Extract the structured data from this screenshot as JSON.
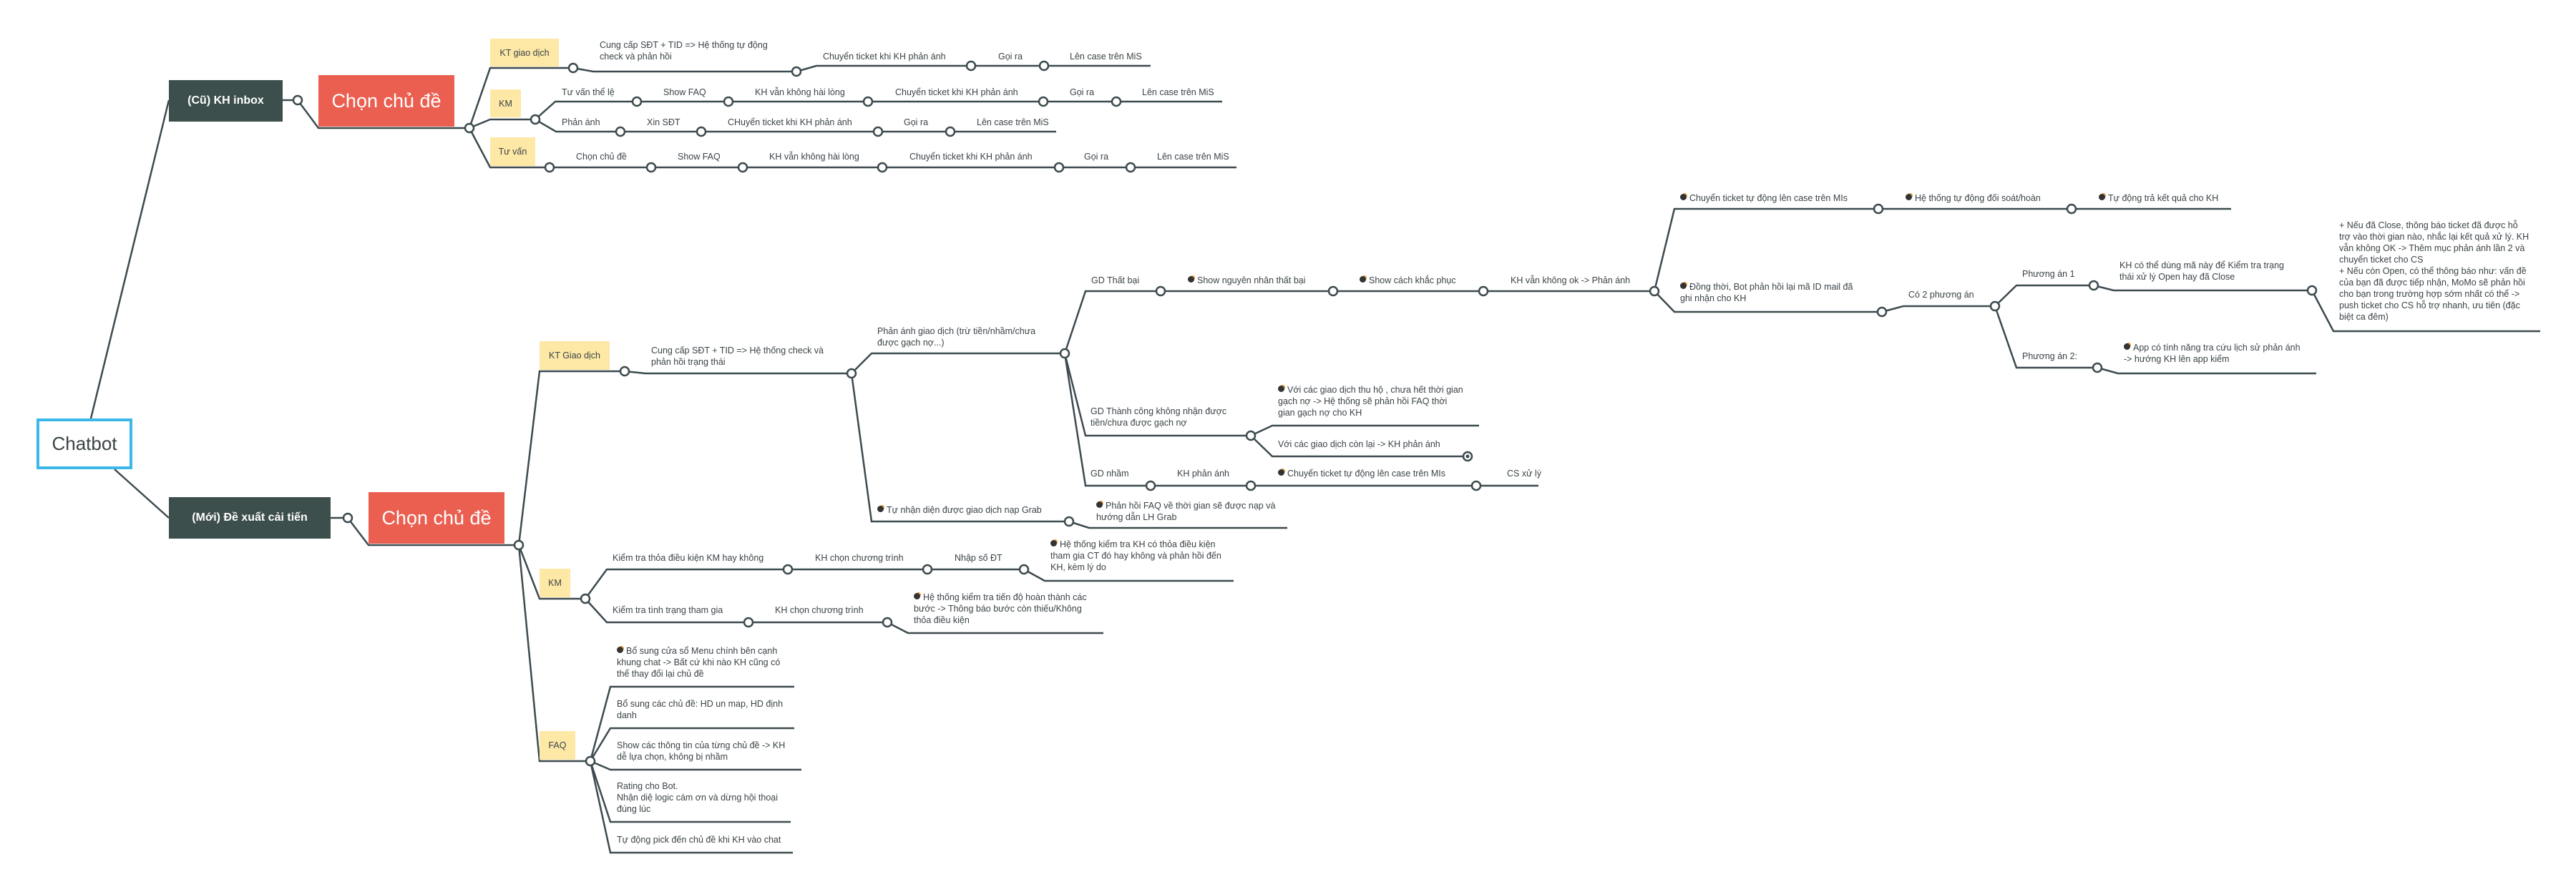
{
  "root": "Chatbot",
  "colors": {
    "line": "#3d4a4f",
    "root_border": "#3bb8e8",
    "dark_box": "#3d4f4c",
    "topic_box": "#eb5f51",
    "category_box": "#fde8a6"
  },
  "old": {
    "title": "(Cũ) KH inbox",
    "topic": "Chọn chủ đề",
    "kt": {
      "label": "KT giao dịch",
      "steps": [
        "Cung cấp SĐT + TID => Hệ thống tự động\ncheck và phản hồi",
        "Chuyển ticket khi KH phản ánh",
        "Gọi ra",
        "Lên case trên MiS"
      ]
    },
    "km": {
      "label": "KM",
      "row1": [
        "Tư vấn thể lệ",
        "Show FAQ",
        "KH vẫn không hài lòng",
        "Chuyển ticket khi KH phản ánh",
        "Gọi ra",
        "Lên case trên MiS"
      ],
      "row2": [
        "Phản ánh",
        "Xin SĐT",
        "CHuyển ticket khi KH phản ánh",
        "Gọi ra",
        "Lên case trên MiS"
      ]
    },
    "tuvan": {
      "label": "Tư vấn",
      "steps": [
        "Chọn chủ đề",
        "Show FAQ",
        "KH vẫn không hài lòng",
        "Chuyển ticket khi KH phản ánh",
        "Gọi ra",
        "Lên case trên MiS"
      ]
    }
  },
  "new": {
    "title": "(Mới) Đề xuất cải tiến",
    "topic": "Chọn chủ đề",
    "kt": {
      "label": "KT Giao dịch",
      "check": "Cung cấp SĐT + TID => Hệ thống check và\nphản hồi trạng thái",
      "phananh": "Phản ánh giao dịch (trừ tiền/nhầm/chưa\nđược gạch nợ...)",
      "that_bai": {
        "label": "GD Thất bại",
        "steps": [
          "Show nguyên nhân thất bại",
          "Show cách khắc phục",
          "KH vẫn không ok -> Phản ánh"
        ],
        "auto": [
          "Chuyển ticket tự động lên case trên MIs",
          "Hệ thống tự động đối soát/hoàn",
          "Tự động trả kết quả cho KH"
        ],
        "bot_reply": "Đồng thời, Bot phản hồi lại mã ID mail đã\nghi nhận cho KH",
        "options_label": "Có 2 phương án",
        "option1": {
          "label": "Phương án 1",
          "text": "KH có thể dùng mã này để Kiểm tra trạng\nthái xử lý Open hay đã Close",
          "detail": "+ Nếu đã Close, thông báo ticket đã được hỗ\ntrợ vào thời gian nào, nhắc lại kết quả xử lý. KH\nvẫn không OK -> Thêm mục phản ánh lần 2 và\nchuyển ticket cho CS\n+ Nếu còn Open, có thể thông báo như: vấn đề\ncủa bạn đã được tiếp nhận, MoMo sẽ phản hồi\ncho bạn trong trường hợp sớm nhất có thể ->\npush ticket cho CS hỗ trợ nhanh, ưu tiên (đặc\nbiệt ca đêm)"
        },
        "option2": {
          "label": "Phương án 2:",
          "text": "App có tính năng tra cứu lịch sử phản ánh\n-> hướng KH lên app kiểm"
        }
      },
      "thanh_cong": {
        "label": "GD Thành công không nhận được\ntiền/chưa được gạch nợ",
        "thu_ho": "Với các giao dịch thu hộ , chưa hết thời gian\ngạch nợ -> Hệ thống sẽ phản hồi FAQ thời\ngian gạch nợ cho KH",
        "con_lai": "Với các giao dịch còn lại -> KH phản ánh"
      },
      "nham": {
        "steps": [
          "GD nhầm",
          "KH phản ánh",
          "Chuyển ticket tự động lên case trên MIs",
          "CS xử lý"
        ]
      },
      "grab": {
        "label": "Tự nhận diện được giao dịch nạp Grab",
        "reply": "Phản hồi FAQ về thời gian sẽ được nạp và\nhướng dẫn LH Grab"
      }
    },
    "km": {
      "label": "KM",
      "row1": [
        "Kiểm tra thỏa điều kiện KM hay không",
        "KH chọn chương trình",
        "Nhập số ĐT",
        "Hệ thống kiểm tra KH có thỏa điều kiện\ntham gia CT đó hay không và phản hồi đến\nKH, kèm lý do"
      ],
      "row2": [
        "Kiểm tra tình trạng tham gia",
        "KH chọn chương trình",
        "Hệ thống kiểm tra tiến độ hoàn thành các\nbước -> Thông báo bước còn thiếu/Không\nthỏa điều kiện"
      ]
    },
    "faq": {
      "label": "FAQ",
      "items": [
        "Bổ sung cửa sổ Menu chính bên cạnh\nkhung chat -> Bất cứ khi nào KH cũng có\nthể thay đổi lại chủ đề",
        "Bổ sung các chủ đề: HD un map, HD định\ndanh",
        "Show các thông tin của từng chủ đề -> KH\ndễ lựa chọn, không bị nhầm",
        "Rating cho Bot.\nNhận diệ logic cám ơn và dừng hội thoại\nđúng lúc",
        "Tự động pick đến chủ đề khi KH vào chat"
      ]
    }
  }
}
